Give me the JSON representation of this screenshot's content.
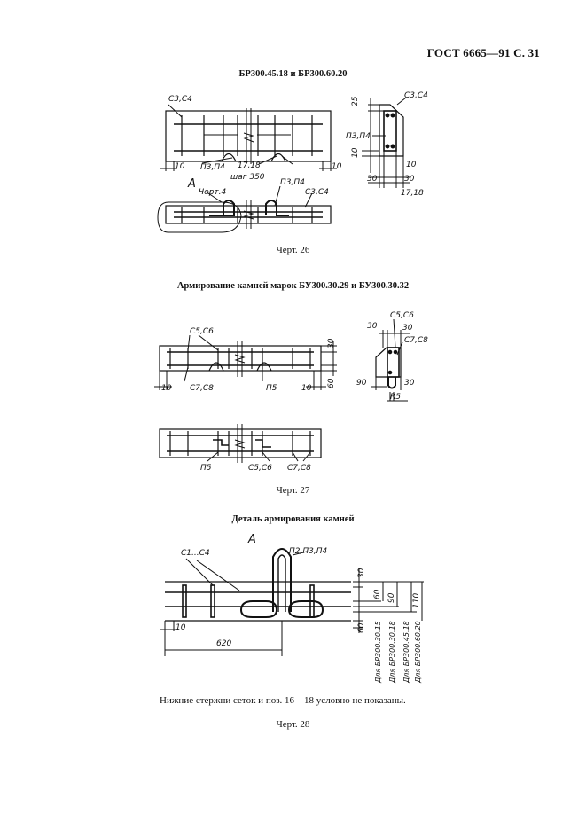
{
  "header": {
    "standard": "ГОСТ 6665—91 С. 31"
  },
  "section1": {
    "title": "БР300.45.18 и БР300.60.20",
    "caption": "Черт. 26",
    "labels": {
      "c3c4_top": "С3,С4",
      "p3p4_bottom": "П3,П4",
      "p1718": "17,18",
      "step": "шаг 350",
      "d10_left": "10",
      "d10_right": "10",
      "a_view": "А",
      "cher4": "Черт.4",
      "p3p4_detail": "П3,П4",
      "c3c4_detail": "С3,С4",
      "sec_c3c4": "С3,С4",
      "sec_25": "25",
      "sec_p3p4": "П3,П4",
      "sec_10a": "10",
      "sec_10b": "10",
      "sec_30a": "30",
      "sec_30b": "30",
      "sec_1718": "17,18"
    }
  },
  "section2": {
    "title": "Армирование камней марок БУ300.30.29 и БУ300.30.32",
    "caption": "Черт. 27",
    "labels": {
      "c5c6": "С5,С6",
      "c7c8": "С7,С8",
      "p5": "П5",
      "d10_left": "10",
      "d10_right": "10",
      "d30": "30",
      "d60": "60",
      "sec_30_top": "30",
      "sec_c5c6": "С5,С6",
      "sec_30b": "30",
      "sec_c7c8": "С7,С8",
      "sec_90": "90",
      "sec_30c": "30",
      "sec_r5": "R5",
      "plan_p5": "П5",
      "plan_c5c6": "С5,С6",
      "plan_c7c8": "С7,С8"
    }
  },
  "section3": {
    "title": "Деталь армирования камней",
    "caption": "Черт. 28",
    "note": "Нижние стержни сеток и поз. 16—18 условно не показаны.",
    "labels": {
      "a_view": "А",
      "c1c4": "С1...С4",
      "p2p3p4": "П2,П3,П4",
      "d10": "10",
      "d620": "620",
      "d30": "30",
      "d60_left": "60",
      "d60": "60",
      "d90": "90",
      "d110": "110",
      "for1": "Для БР300.30.15",
      "for2": "Для БР300.30.18",
      "for3": "Для БР300.45.18",
      "for4": "Для БР300.60.20"
    }
  }
}
